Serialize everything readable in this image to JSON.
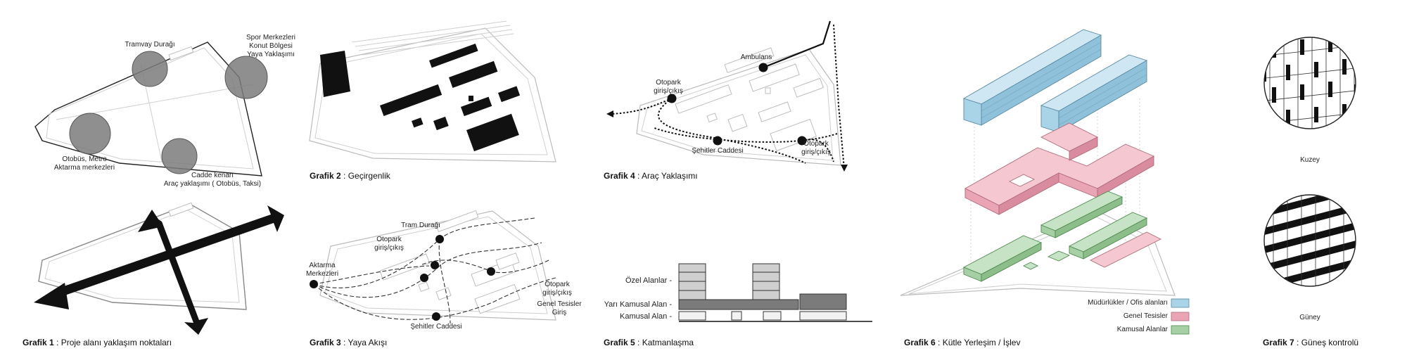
{
  "colors": {
    "blue": "#a9d3e6",
    "pink": "#eaa5b5",
    "green": "#a6cfa5",
    "grey_circle": "#7b7b7b",
    "black": "#111111"
  },
  "graphics": [
    {
      "number": "Grafik 1",
      "title": "Proje alanı yaklaşım noktaları",
      "labels": {
        "tram": "Tramvay Durağı",
        "sport_1": "Spor Merkezleri",
        "sport_2": "Konut Bölgesi",
        "sport_3": "Yaya Yaklaşımı",
        "bus_1": "Otobüs, Metro",
        "bus_2": "Aktarma merkezleri",
        "street_1": "Cadde kenarı",
        "street_2": "Araç yaklaşımı ( Otobüs, Taksi)"
      }
    },
    {
      "number": "Grafik 2",
      "title": "Geçirgenlik"
    },
    {
      "number": "Grafik 3",
      "title": "Yaya Akışı",
      "labels": {
        "tram": "Tram Durağı",
        "park_1": "Otopark",
        "park_2": "giriş/çıkış",
        "transfer_1": "Aktarma",
        "transfer_2": "Merkezleri",
        "park_b1": "Otopark",
        "park_b2": "giriş/çıkış",
        "general_1": "Genel Tesisler",
        "general_2": "Giriş",
        "street": "Şehitler Caddesi"
      }
    },
    {
      "number": "Grafik 4",
      "title": "Araç Yaklaşımı",
      "labels": {
        "ambulance": "Ambulans",
        "park_1": "Otopark",
        "park_2": "giriş/çıkış",
        "park_b1": "Otopark",
        "park_b2": "giriş/çıkış",
        "street": "Şehitler Caddesi"
      }
    },
    {
      "number": "Grafik 5",
      "title": "Katmanlaşma",
      "labels": {
        "private": "Özel Alanlar -",
        "semi": "Yarı Kamusal Alan -",
        "public": "Kamusal Alan -"
      }
    },
    {
      "number": "Grafik 6",
      "title": "Kütle Yerleşim / İşlev",
      "legend": [
        {
          "label": "Müdürlükler  / Ofis alanları",
          "color": "#a9d3e6"
        },
        {
          "label": "Genel Tesisler",
          "color": "#eaa5b5"
        },
        {
          "label": "Kamusal Alanlar",
          "color": "#a6cfa5"
        }
      ]
    },
    {
      "number": "Grafik 7",
      "title": "Güneş kontrolü",
      "labels": {
        "north": "Kuzey",
        "south": "Güney"
      }
    }
  ]
}
